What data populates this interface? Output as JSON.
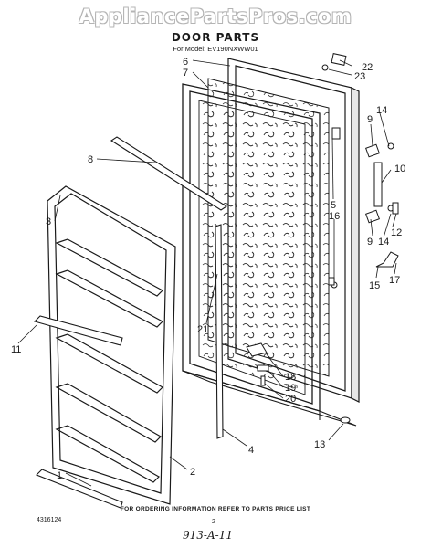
{
  "watermark": "AppliancePartsPros.com",
  "title": "DOOR PARTS",
  "model": "For Model: EV190NXWW01",
  "footer_note": "FOR ORDERING INFORMATION REFER TO PARTS PRICE LIST",
  "doc_number": "4316124",
  "page_number": "2",
  "handwritten_note": "913-A-11",
  "callouts": {
    "c1": "1",
    "c2": "2",
    "c3": "3",
    "c4": "4",
    "c5": "5",
    "c6": "6",
    "c7": "7",
    "c8": "8",
    "c9a": "9",
    "c9b": "9",
    "c10": "10",
    "c11": "11",
    "c12": "12",
    "c13": "13",
    "c14a": "14",
    "c14b": "14",
    "c15": "15",
    "c16": "16",
    "c17": "17",
    "c18": "18",
    "c19": "19",
    "c20": "20",
    "c21": "21",
    "c22": "22",
    "c23": "23"
  }
}
